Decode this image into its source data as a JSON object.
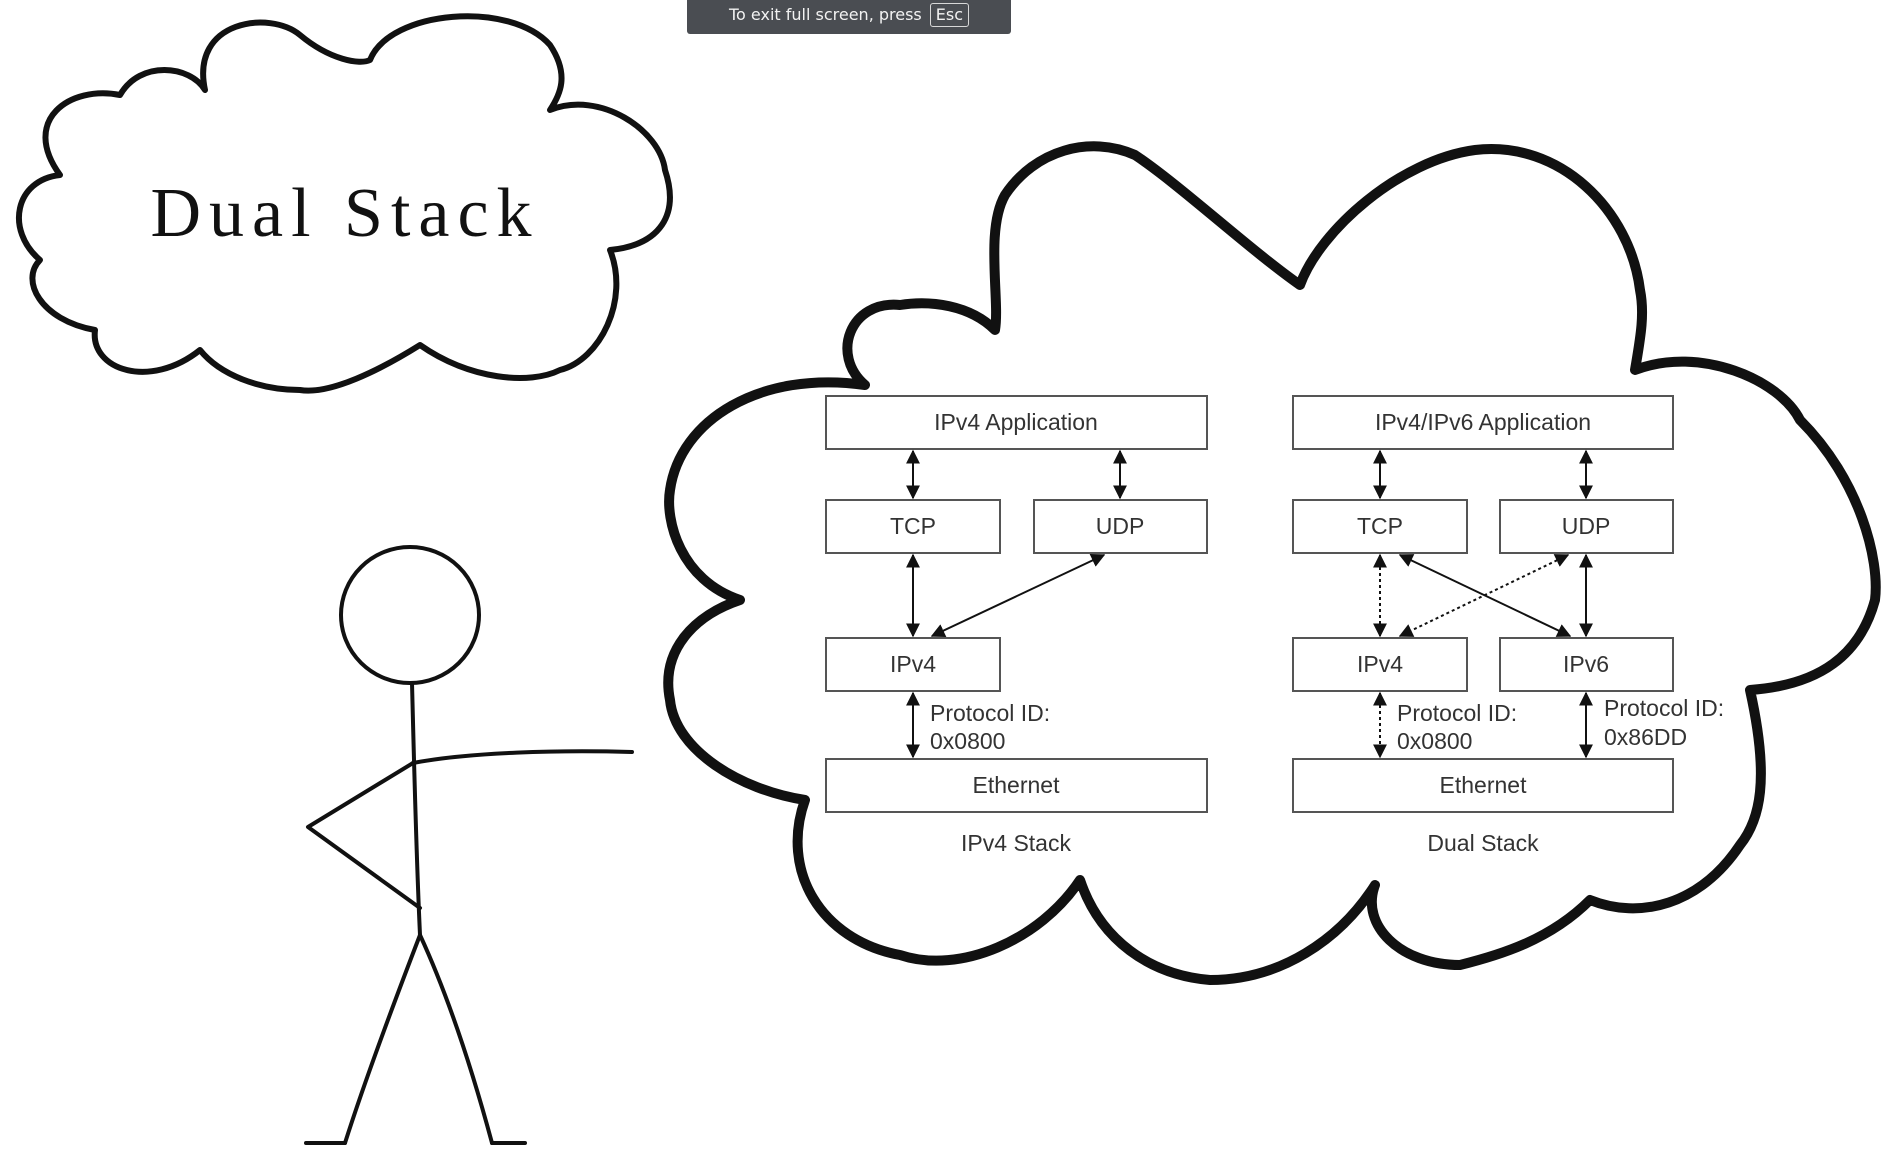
{
  "banner": {
    "text": "To exit full screen, press",
    "key": "Esc"
  },
  "title_cloud": {
    "text": "Dual Stack"
  },
  "diagram": {
    "ipv4_stack": {
      "application": "IPv4 Application",
      "tcp": "TCP",
      "udp": "UDP",
      "network": "IPv4",
      "protocol_label": "Protocol ID:",
      "protocol_value": "0x0800",
      "link": "Ethernet",
      "caption": "IPv4 Stack"
    },
    "dual_stack": {
      "application": "IPv4/IPv6 Application",
      "tcp": "TCP",
      "udp": "UDP",
      "ipv4": "IPv4",
      "ipv6": "IPv6",
      "protocol_v4_label": "Protocol ID:",
      "protocol_v4_value": "0x0800",
      "protocol_v6_label": "Protocol ID:",
      "protocol_v6_value": "0x86DD",
      "link": "Ethernet",
      "caption": "Dual Stack"
    }
  },
  "colors": {
    "ink": "#111111",
    "box_stroke": "#555555",
    "banner_bg": "#4a4d52",
    "background": "#ffffff"
  }
}
